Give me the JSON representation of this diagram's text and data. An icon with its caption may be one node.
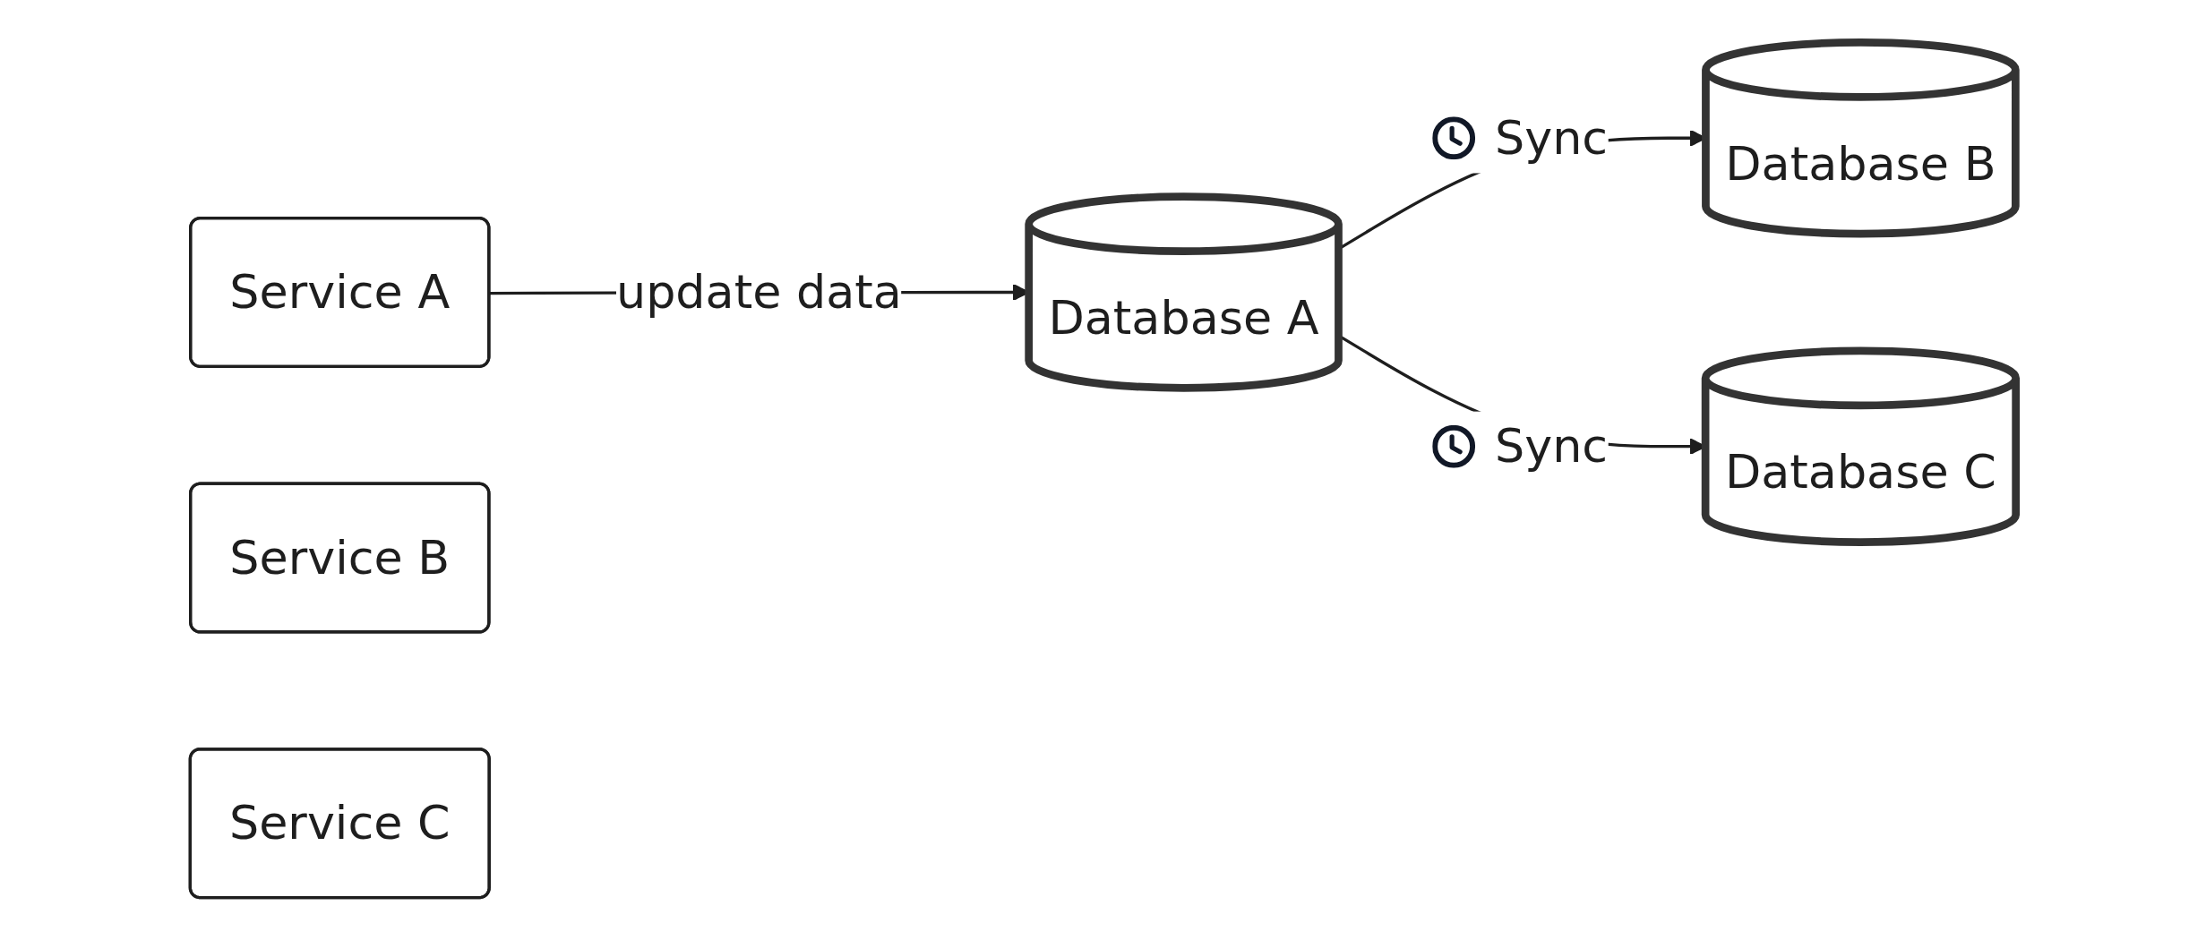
{
  "diagram": {
    "nodes": [
      {
        "text": [
          "Service A"
        ]
      },
      {
        "text": [
          "Database A"
        ]
      },
      {
        "text": [
          "Database B"
        ]
      },
      {
        "text": [
          "Service B"
        ]
      },
      {
        "text": [
          "Database C"
        ]
      },
      {
        "text": [
          "Service C"
        ]
      }
    ],
    "edges": [
      {
        "from": 0,
        "to": 1,
        "arrow": "to",
        "label": "update data"
      },
      {
        "from": 1,
        "to": 2,
        "arrow": "to",
        "label": "Sync"
      },
      {
        "from": 1,
        "to": 4,
        "arrow": "to",
        "label": "Sync"
      }
    ]
  }
}
